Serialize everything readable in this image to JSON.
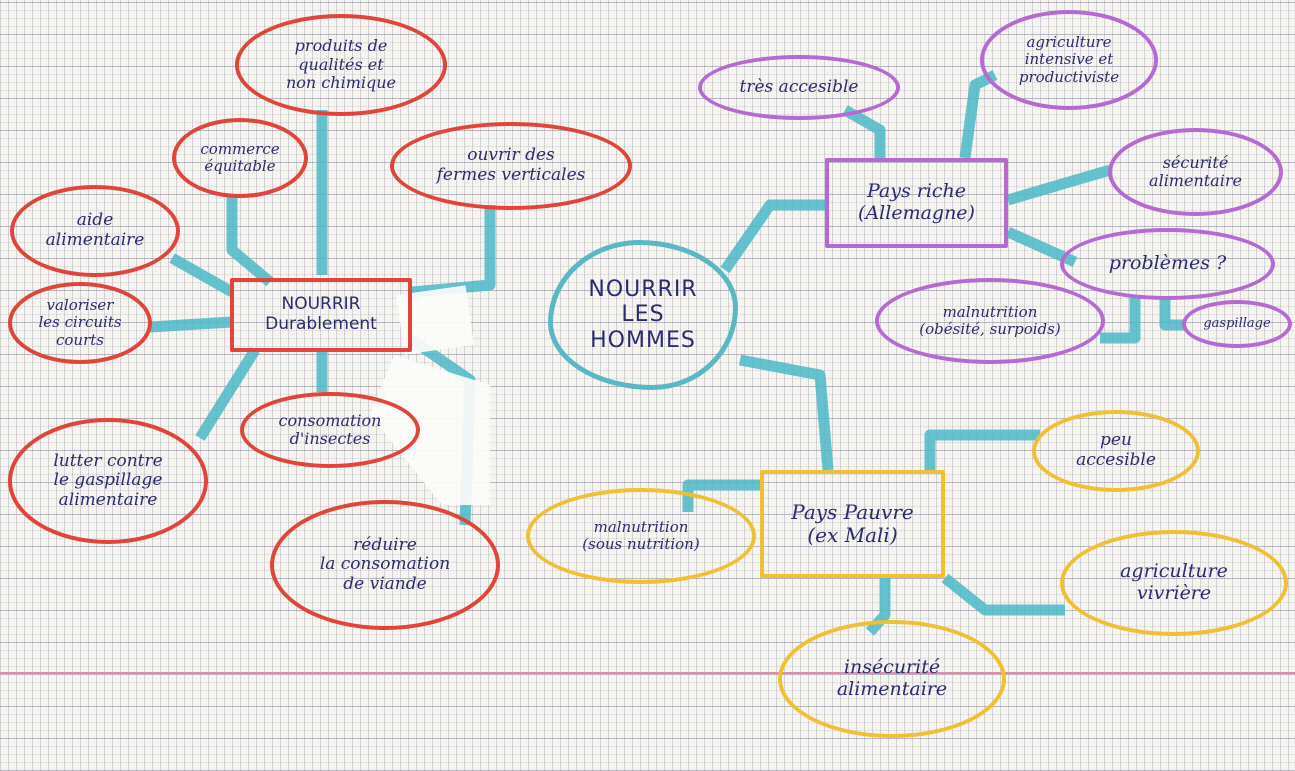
{
  "center": "NOURRIR\nLES\nHOMMES",
  "durable": {
    "title": "NOURRIR\nDurablement",
    "items": {
      "produits": "produits de\nqualités et\nnon chimique",
      "commerce": "commerce\néquitable",
      "fermes": "ouvrir des\nfermes verticales",
      "aide": "aide\nalimentaire",
      "circuits": "valoriser\nles circuits\ncourts",
      "insectes": "consomation\nd'insectes",
      "gaspillage": "lutter contre\nle gaspillage\nalimentaire",
      "viande": "réduire\nla consomation\nde viande"
    }
  },
  "riche": {
    "title": "Pays riche\n(Allemagne)",
    "items": {
      "accessible": "très accesible",
      "agriculture": "agriculture\nintensive et\nproductiviste",
      "securite": "sécurité\nalimentaire",
      "problemes": "problèmes ?",
      "malnutrition": "malnutrition\n(obésité, surpoids)",
      "gaspillage": "gaspillage"
    }
  },
  "pauvre": {
    "title": "Pays Pauvre\n(ex Mali)",
    "items": {
      "accessible": "peu\naccesible",
      "agriculture": "agriculture\nvivrière",
      "malnutrition": "malnutrition\n(sous nutrition)",
      "insecurite": "insécurité\nalimentaire"
    }
  },
  "colors": {
    "ink": "#2b2c6e",
    "red": "#e0443a",
    "purple": "#b46ad0",
    "yellow": "#eec134",
    "cyan": "#4bb8c7",
    "margin": "#e58aa6"
  }
}
